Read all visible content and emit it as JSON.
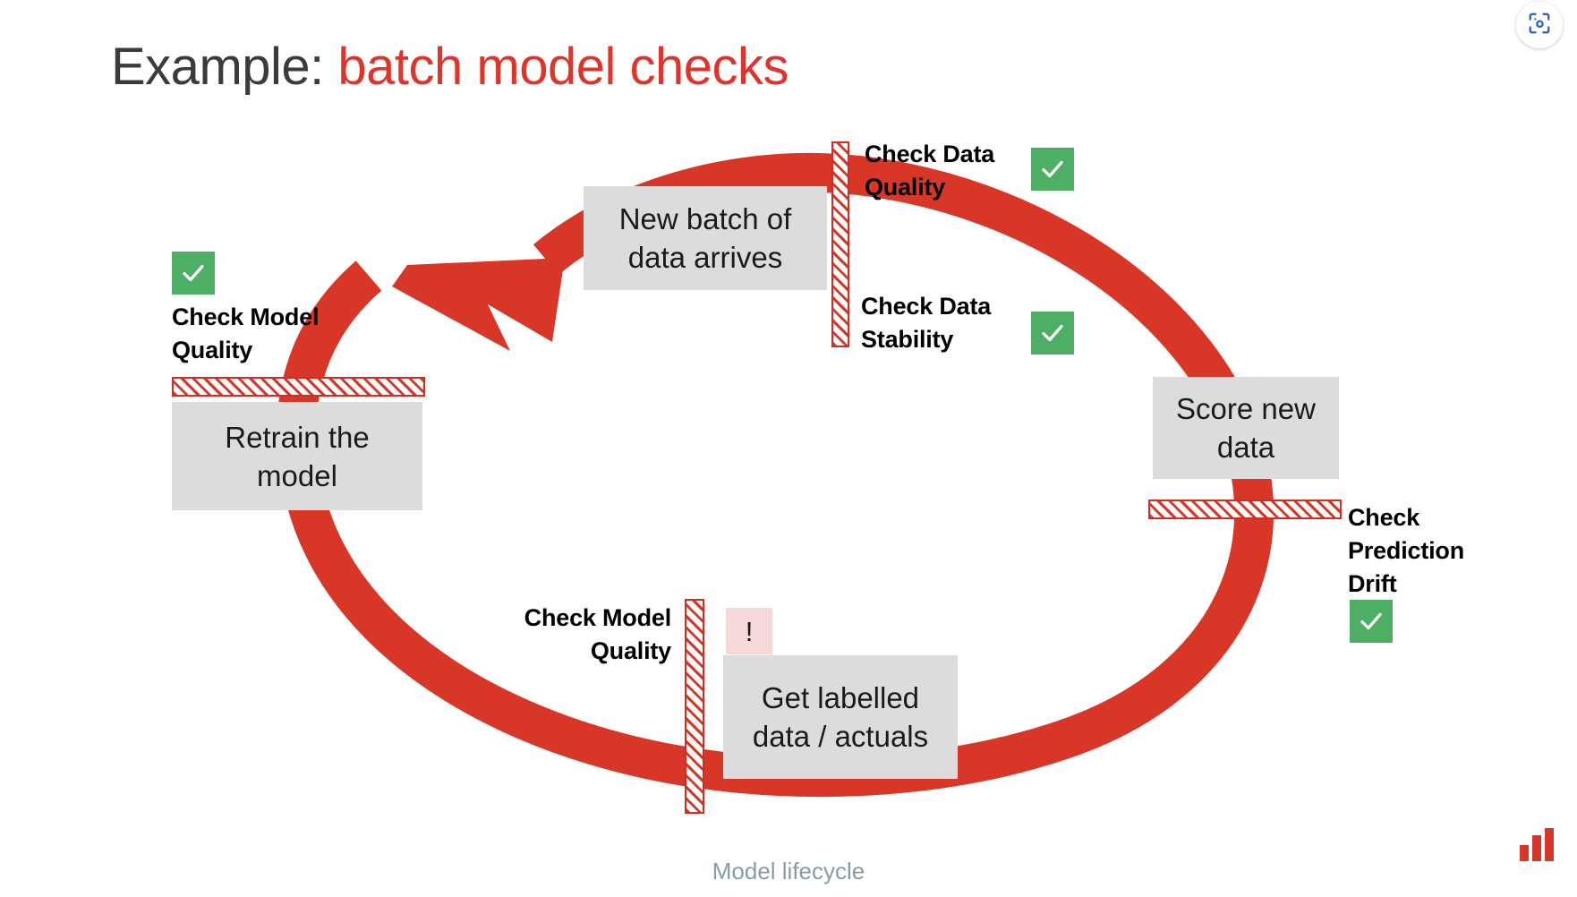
{
  "slide": {
    "title_prefix": "Example: ",
    "title_accent": "batch model checks",
    "caption": "Model lifecycle",
    "colors": {
      "accent_red": "#d83728",
      "title_red": "#e0342a",
      "box_gray": "#dcdcdc",
      "ok_green": "#4caf63",
      "warn_pink": "#f7d8d8",
      "caption_gray": "#8b9aa8",
      "lens_blue": "#2c5bbf"
    }
  },
  "diagram": {
    "type": "cycle",
    "direction": "clockwise",
    "steps": [
      {
        "id": "new-batch",
        "label_line1": "New batch of",
        "label_line2": "data arrives"
      },
      {
        "id": "score",
        "label_line1": "Score new",
        "label_line2": "data"
      },
      {
        "id": "labelled",
        "label_line1": "Get labelled",
        "label_line2": "data / actuals"
      },
      {
        "id": "retrain",
        "label_line1": "Retrain the",
        "label_line2": "model"
      }
    ],
    "gates": [
      {
        "id": "data-quality",
        "label_line1": "Check Data",
        "label_line2": "Quality",
        "label_line3": "",
        "status": "ok",
        "status_glyph": "check"
      },
      {
        "id": "data-stability",
        "label_line1": "Check Data",
        "label_line2": "Stability",
        "label_line3": "",
        "status": "ok",
        "status_glyph": "check"
      },
      {
        "id": "prediction-drift",
        "label_line1": "Check",
        "label_line2": "Prediction",
        "label_line3": "Drift",
        "status": "ok",
        "status_glyph": "check"
      },
      {
        "id": "model-quality-bottom",
        "label_line1": "Check Model",
        "label_line2": "Quality",
        "label_line3": "",
        "status": "warning",
        "status_glyph": "!"
      },
      {
        "id": "model-quality-left",
        "label_line1": "Check Model",
        "label_line2": "Quality",
        "label_line3": "",
        "status": "ok",
        "status_glyph": "check"
      }
    ]
  },
  "chrome": {
    "lens_icon_name": "google-lens-icon",
    "logo_icon_name": "bar-chart-logo-icon"
  }
}
